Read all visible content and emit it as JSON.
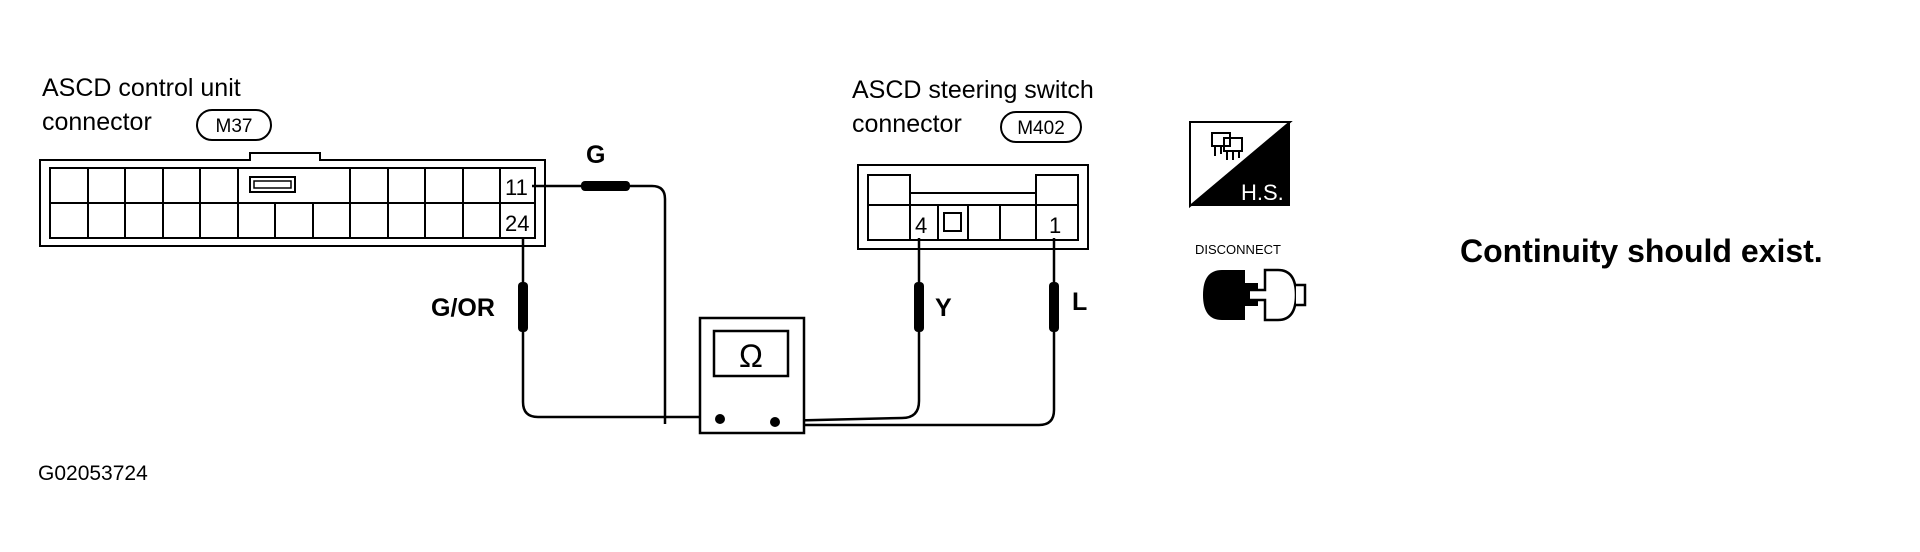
{
  "left_connector": {
    "title_line1": "ASCD control unit",
    "title_line2": "connector",
    "code": "M37",
    "pin_top": "11",
    "pin_bottom": "24"
  },
  "right_connector": {
    "title_line1": "ASCD steering switch",
    "title_line2": "connector",
    "code": "M402",
    "pin_a": "4",
    "pin_b": "1"
  },
  "wires": {
    "g": "G",
    "g_or": "G/OR",
    "y": "Y",
    "l": "L"
  },
  "meter": {
    "symbol": "Ω"
  },
  "icons": {
    "hs": "H.S.",
    "disconnect": "DISCONNECT"
  },
  "result": "Continuity should exist.",
  "figure_id": "G02053724"
}
